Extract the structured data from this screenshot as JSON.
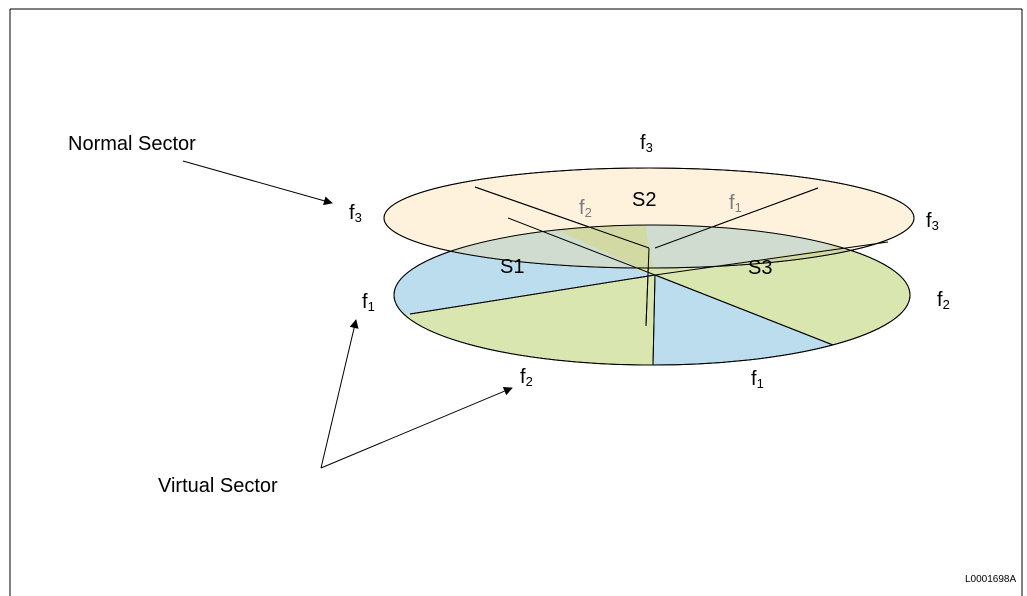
{
  "labels": {
    "normal_sector": "Normal Sector",
    "virtual_sector": "Virtual Sector",
    "figure_code": "L0001698A"
  },
  "sectors": [
    "S1",
    "S2",
    "S3"
  ],
  "frequencies": {
    "base": "f",
    "top": "3",
    "left_upper": "3",
    "left_lower": "1",
    "bottom_left": "2",
    "bottom_right": "1",
    "right_upper": "3",
    "right_lower": "2",
    "inner_left": "2",
    "inner_right": "1"
  },
  "colors": {
    "normal_sector_fill": "#fdeed2",
    "virtual_green": "#d9e6b0",
    "virtual_blue": "#bcdded",
    "overlap_green": "#d2d9a2",
    "overlap_blue": "#cfdccf"
  }
}
